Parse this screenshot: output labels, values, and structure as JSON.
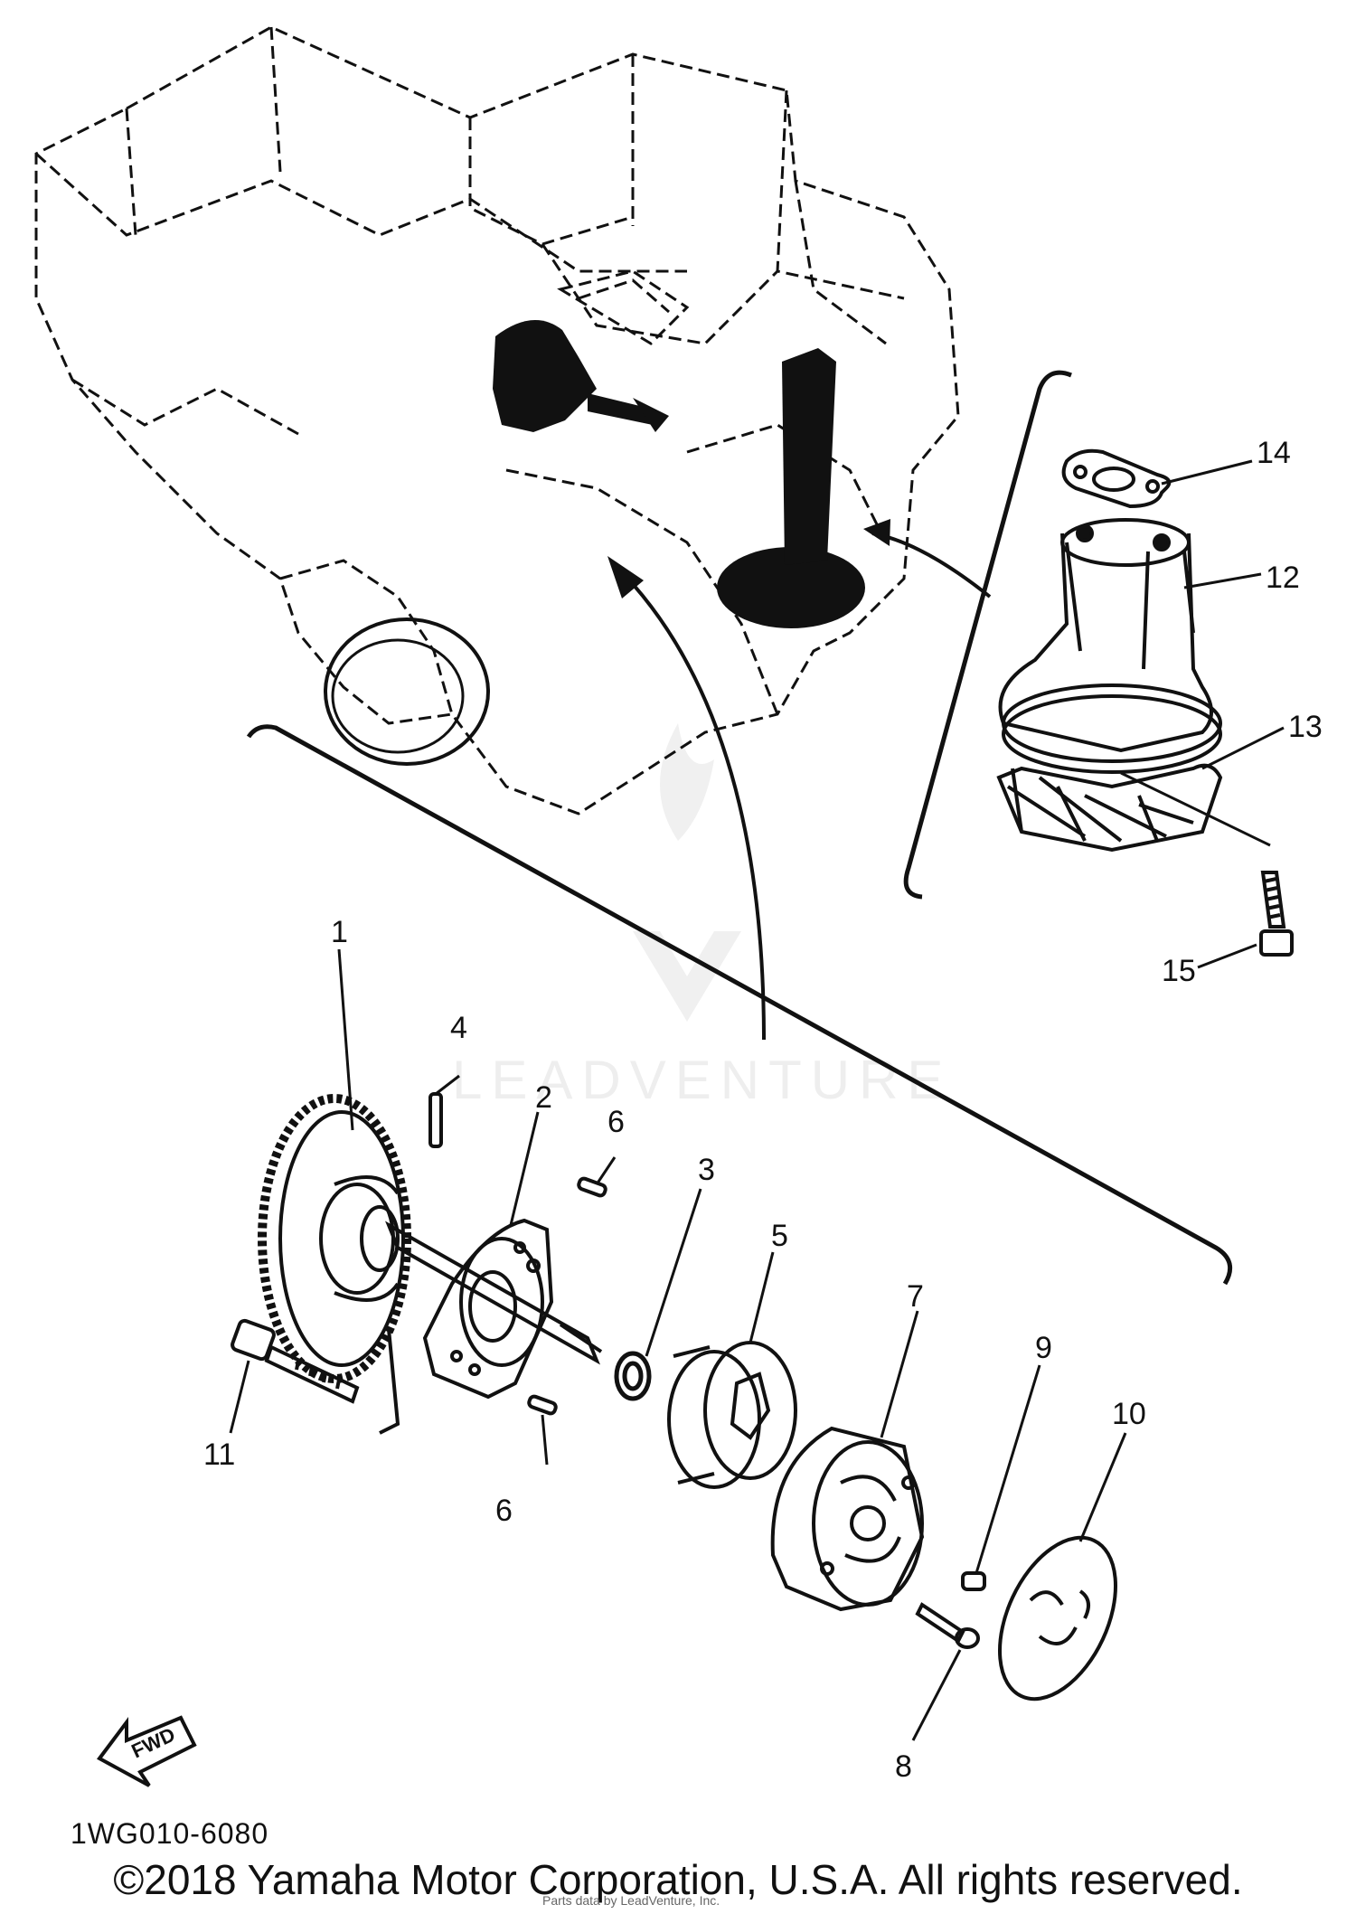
{
  "diagram": {
    "code": "1WG010-6080",
    "copyright": "©2018 Yamaha Motor Corporation, U.S.A. All rights reserved.",
    "fine_print": "Parts data by LeadVenture, Inc.",
    "watermark": "LEADVENTURE",
    "fwd_label": "FWD",
    "callouts": {
      "c1": "1",
      "c2": "2",
      "c3": "3",
      "c4": "4",
      "c5": "5",
      "c6a": "6",
      "c6b": "6",
      "c7": "7",
      "c8": "8",
      "c9": "9",
      "c10": "10",
      "c11": "11",
      "c12": "12",
      "c13": "13",
      "c14": "14",
      "c15": "15"
    }
  }
}
